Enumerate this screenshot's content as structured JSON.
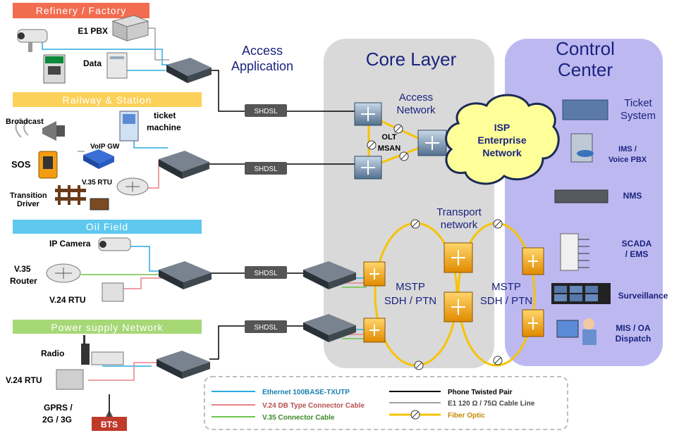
{
  "sections": {
    "refinery": "Refinery / Factory",
    "railway": "Railway & Station",
    "oilfield": "Oil Field",
    "power": "Power supply Network"
  },
  "headings": {
    "access_application": [
      "Access",
      "Application"
    ],
    "core_layer": "Core Layer",
    "control_center": [
      "Control",
      "Center"
    ],
    "access_network": [
      "Access",
      "Network"
    ],
    "olt": "OLT",
    "msan": "MSAN",
    "isp": [
      "ISP",
      "Enterprise",
      "Network"
    ],
    "transport_network": [
      "Transport",
      "network"
    ],
    "mstp_left": [
      "MSTP",
      "SDH / PTN"
    ],
    "mstp_right": [
      "MSTP",
      "SDH / PTN"
    ]
  },
  "devices": {
    "e1_pbx": "E1 PBX",
    "data": "Data",
    "broadcast": "Broadcast",
    "sos": "SOS",
    "voip_gw": "VoIP GW",
    "ticket_machine": [
      "ticket",
      "machine"
    ],
    "v35_rtu_rail": "V.35 RTU",
    "transition_driver": [
      "Transition",
      "Driver"
    ],
    "ip_camera": "IP Camera",
    "v35_router": [
      "V.35",
      "Router"
    ],
    "v24_rtu_oil": "V.24  RTU",
    "radio": "Radio",
    "v24_rtu_power": "V.24  RTU",
    "gprs": [
      "GPRS /",
      "2G / 3G"
    ],
    "bts": "BTS"
  },
  "links": {
    "shdsl": "SHDSL"
  },
  "control_items": {
    "ticket_system": [
      "Ticket",
      "System"
    ],
    "ims": [
      "IMS /",
      "Voice PBX"
    ],
    "nms": "NMS",
    "scada": [
      "SCADA",
      "/ EMS"
    ],
    "surveillance": "Surveillance",
    "mis": [
      "MIS / OA",
      "Dispatch"
    ]
  },
  "legend": {
    "ethernet": "Ethernet 100BASE-TXUTP",
    "v24": "V.24  DB Type Connector Cable",
    "v35": "V.35 Connector Cable",
    "phone": "Phone Twisted Pair",
    "e1": "E1 120 Ω  /  75Ω Cable Line",
    "fiber": "Fiber Optic"
  },
  "colors": {
    "refinery_bar": "#f26c4f",
    "railway_bar": "#fcd15a",
    "oilfield_bar": "#5fc8ef",
    "power_bar": "#a6d876",
    "core_panel": "#d9d9d9",
    "control_panel": "#bdb9f0",
    "ethernet_line": "#29abe2",
    "v24_line": "#e8828a",
    "v35_line": "#6fc24a",
    "phone_line": "#000000",
    "e1_line": "#a0a0a0",
    "fiber_line": "#f7c300",
    "isp_cloud": "#ffff99"
  }
}
